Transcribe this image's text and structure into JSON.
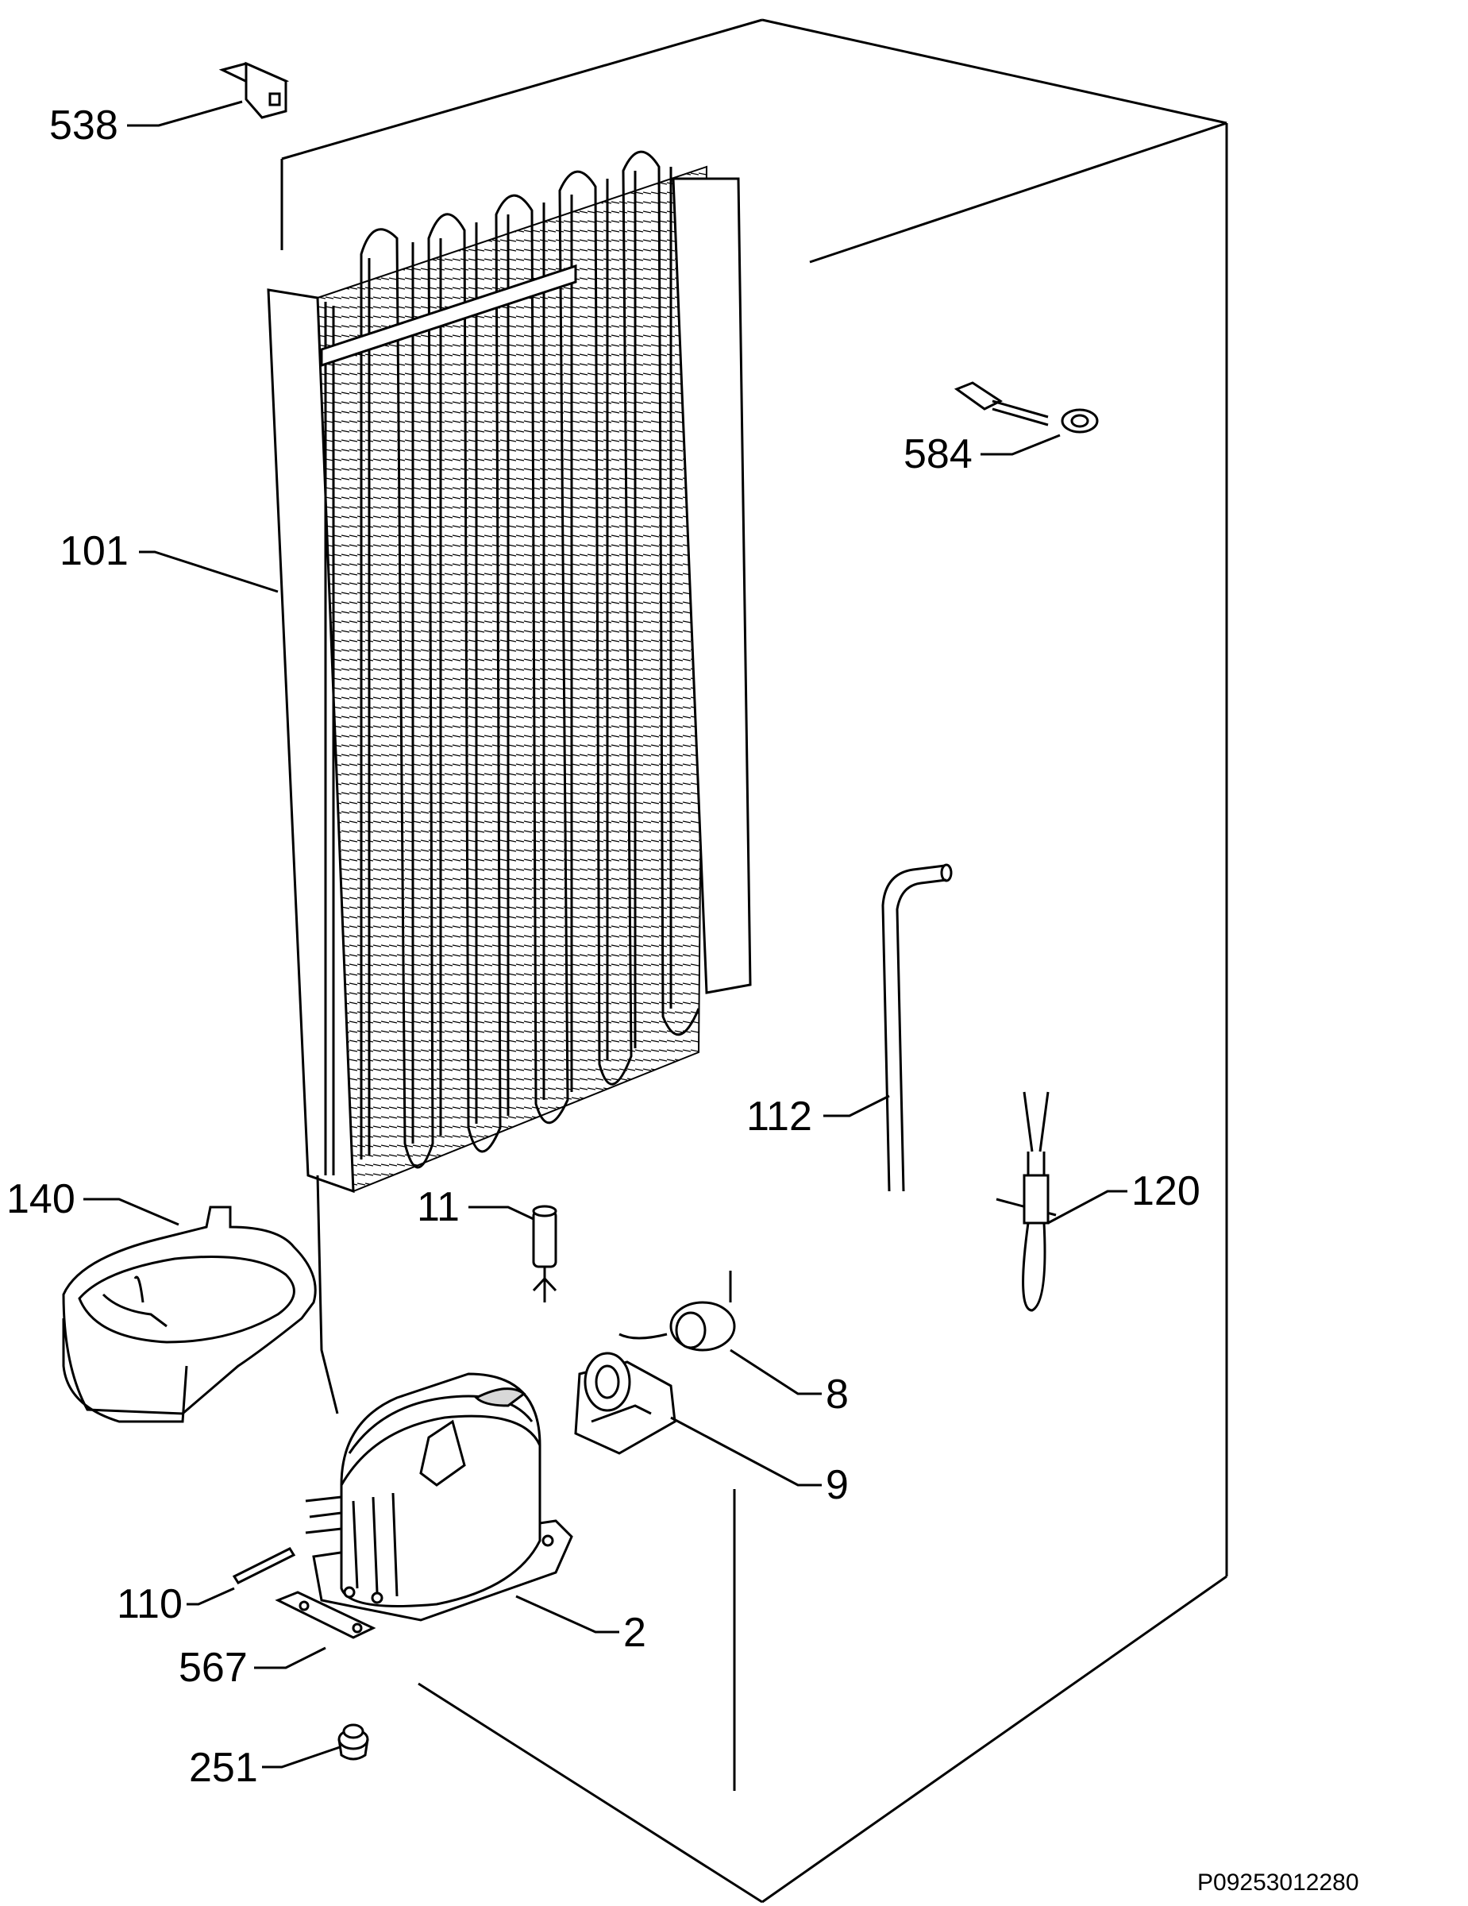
{
  "colors": {
    "ink": "#000000",
    "paper": "#ffffff",
    "shade": "#d8d8d8"
  },
  "parts": [
    {
      "id": "538",
      "label": "538"
    },
    {
      "id": "584",
      "label": "584"
    },
    {
      "id": "101",
      "label": "101"
    },
    {
      "id": "112",
      "label": "112"
    },
    {
      "id": "120",
      "label": "120"
    },
    {
      "id": "140",
      "label": "140"
    },
    {
      "id": "11",
      "label": "11"
    },
    {
      "id": "8",
      "label": "8"
    },
    {
      "id": "9",
      "label": "9"
    },
    {
      "id": "110",
      "label": "110"
    },
    {
      "id": "2",
      "label": "2"
    },
    {
      "id": "567",
      "label": "567"
    },
    {
      "id": "251",
      "label": "251"
    }
  ],
  "drawing_code": "P09253012280"
}
